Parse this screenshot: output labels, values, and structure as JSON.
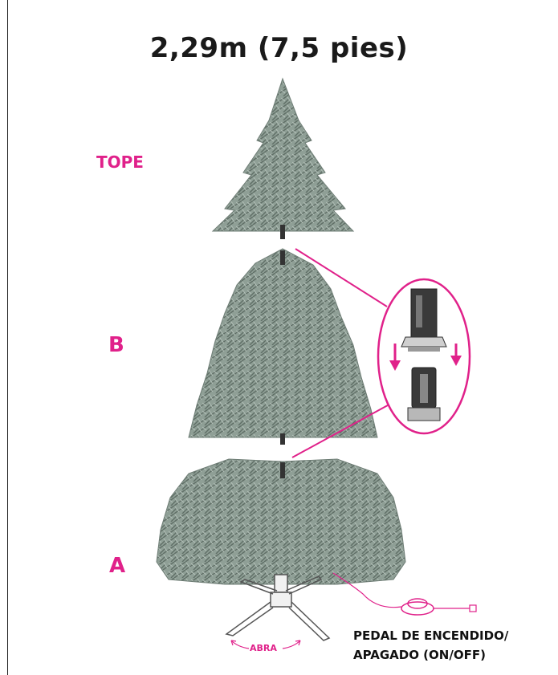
{
  "title": "2,29m (7,5 pies)",
  "sections": {
    "tope": "TOPE",
    "b": "B",
    "a": "A"
  },
  "pedal": {
    "line1": "PEDAL DE ENCENDIDO/",
    "line2": "APAGADO (ON/OFF)"
  },
  "abra": "ABRA",
  "colors": {
    "accent": "#e0218a",
    "foliage": "#8a9a91",
    "foliage_dark": "#5c6b63",
    "text": "#111111"
  }
}
